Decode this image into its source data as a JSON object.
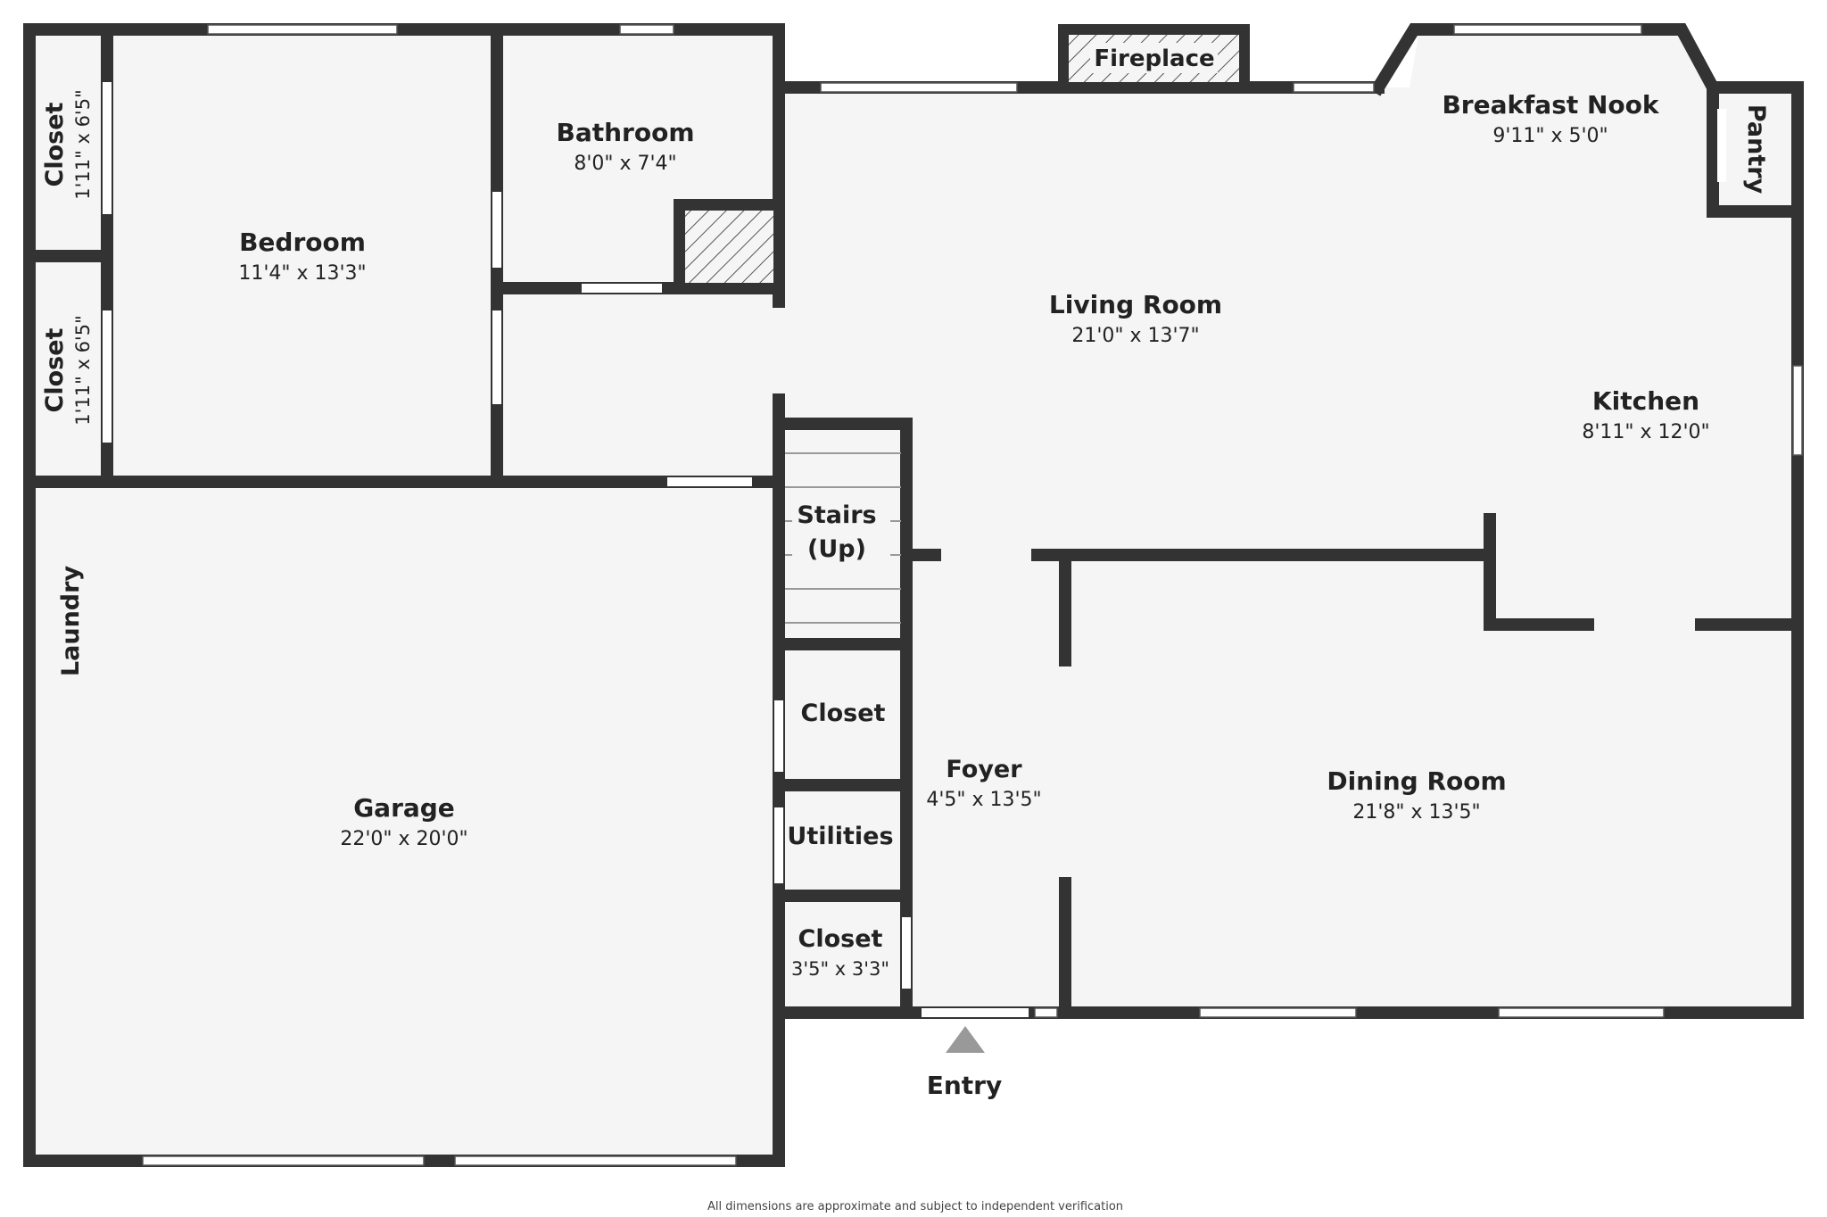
{
  "plan": {
    "rooms": {
      "closet_top": {
        "label": "Closet",
        "dims": "1'11\" x 6'5\""
      },
      "closet_mid": {
        "label": "Closet",
        "dims": "1'11\" x 6'5\""
      },
      "bedroom": {
        "label": "Bedroom",
        "dims": "11'4\" x 13'3\""
      },
      "bathroom": {
        "label": "Bathroom",
        "dims": "8'0\" x 7'4\""
      },
      "fireplace": {
        "label": "Fireplace"
      },
      "breakfast_nook": {
        "label": "Breakfast Nook",
        "dims": "9'11\" x 5'0\""
      },
      "pantry": {
        "label": "Pantry"
      },
      "living_room": {
        "label": "Living Room",
        "dims": "21'0\" x 13'7\""
      },
      "kitchen": {
        "label": "Kitchen",
        "dims": "8'11\" x 12'0\""
      },
      "stairs": {
        "label": "Stairs",
        "label2": "(Up)"
      },
      "laundry": {
        "label": "Laundry"
      },
      "garage": {
        "label": "Garage",
        "dims": "22'0\" x 20'0\""
      },
      "closet_hall": {
        "label": "Closet"
      },
      "utilities": {
        "label": "Utilities"
      },
      "closet_small": {
        "label": "Closet",
        "dims": "3'5\" x 3'3\""
      },
      "foyer": {
        "label": "Foyer",
        "dims": "4'5\" x 13'5\""
      },
      "dining_room": {
        "label": "Dining Room",
        "dims": "21'8\" x 13'5\""
      }
    },
    "entry": {
      "label": "Entry"
    },
    "disclaimer": "All dimensions are approximate and subject to independent verification",
    "colors": {
      "wall": "#333333",
      "floor": "#f5f5f5",
      "window": "#ffffff",
      "background": "#ffffff"
    }
  }
}
